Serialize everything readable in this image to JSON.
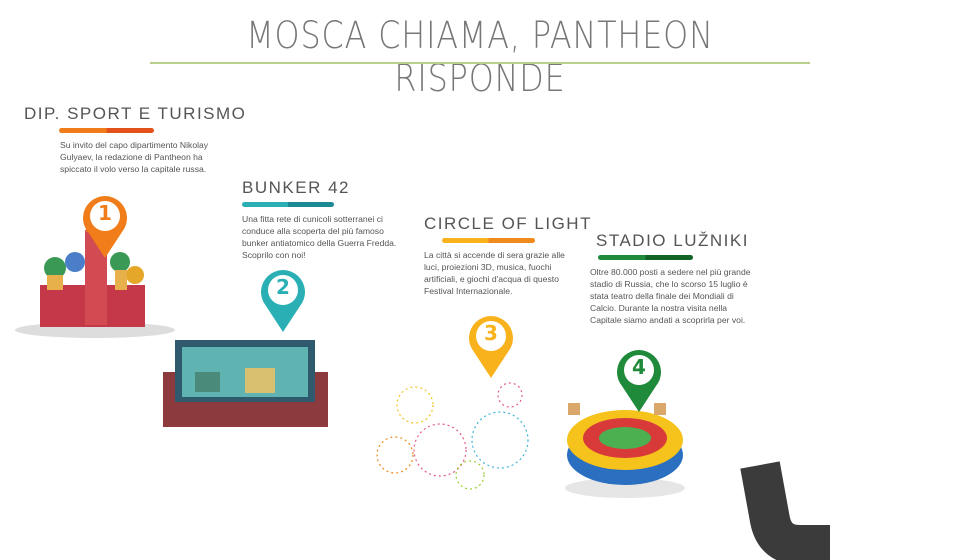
{
  "title": "MOSCA CHIAMA, PANTHEON RISPONDE",
  "sections": [
    {
      "number": "1",
      "heading": "DIP. SPORT E TURISMO",
      "text": "Su invito del capo dipartimento  Nikolay Gulyaev, la redazione di Pantheon ha spiccato il volo verso la capitale russa.",
      "color": "#f07d1a",
      "color2": "#e4521b"
    },
    {
      "number": "2",
      "heading": "BUNKER 42",
      "text": "Una fitta rete di cunicoli sotterranei ci conduce alla scoperta del più famoso bunker antiatomico della Guerra Fredda. Scoprilo con noi!",
      "color": "#2ab0b4",
      "color2": "#1b8a92"
    },
    {
      "number": "3",
      "heading": "CIRCLE OF LIGHT",
      "text": "La città si accende di sera grazie alle luci, proiezioni 3D, musica, fuochi artificiali, e giochi d'acqua di questo Festival Internazionale.",
      "color": "#f8b21c",
      "color2": "#f08a1c"
    },
    {
      "number": "4",
      "heading": "STADIO LUŽNIKI",
      "text": "Oltre 80.000 posti a sedere nel più grande stadio di Russia, che lo scorso 15 luglio è stata teatro della finale dei Mondiali di Calcio. Durante la nostra visita nella Capitale siamo andati a scoprirla per voi.",
      "color": "#1f8a3a",
      "color2": "#116326"
    }
  ]
}
